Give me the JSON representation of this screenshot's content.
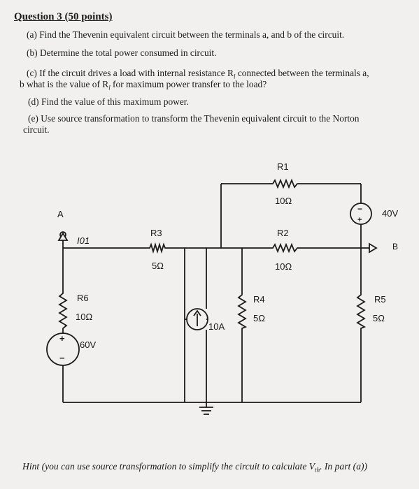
{
  "question": {
    "heading": "Question 3 (50 points)",
    "parts": [
      "(a) Find the Thevenin equivalent circuit between the terminals a, and b of the circuit.",
      "(b) Determine the total power consumed in circuit.",
      "(c) If the circuit drives a load with internal resistance R",
      "l",
      " connected between the terminals a,",
      "b what is the value of R",
      "l",
      " for maximum power transfer to the load?",
      "(d) Find the value of this maximum power.",
      "(e) Use source transformation to transform the Thevenin equivalent circuit to the Norton",
      "circuit."
    ]
  },
  "circuit": {
    "labels": {
      "terminal_a": "A",
      "terminal_b": "B",
      "current_label": "I01",
      "r1": "R1",
      "r1_value": "10Ω",
      "r2": "R2",
      "r2_value": "10Ω",
      "r3": "R3",
      "r3_value": "5Ω",
      "r4": "R4",
      "r4_value": "5Ω",
      "r5": "R5",
      "r5_value": "5Ω",
      "r6": "R6",
      "r6_value": "10Ω",
      "v60": "60V",
      "v40": "40V",
      "i10": "10A",
      "plus": "+",
      "minus": "−"
    }
  },
  "hint": {
    "text_1": "Hint (you can use source transformation to simplify the circuit to calculate V",
    "sub": "th",
    "text_2": ". In part (a))"
  }
}
